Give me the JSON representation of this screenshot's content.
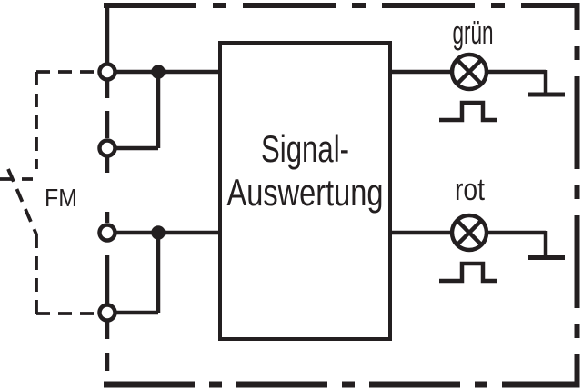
{
  "colors": {
    "ink": "#231f20",
    "background": "#ffffff"
  },
  "fm": {
    "label": "FM",
    "switch_icon": "fm-switch-contact-icon"
  },
  "signal_box": {
    "line1": "Signal-",
    "line2": "Auswertung"
  },
  "outputs": [
    {
      "label": "grün",
      "lamp_icon": "indicator-lamp-icon",
      "pulse_icon": "pulse-signal-icon",
      "ground_icon": "earth-ground-icon"
    },
    {
      "label": "rot",
      "lamp_icon": "indicator-lamp-icon",
      "pulse_icon": "pulse-signal-icon",
      "ground_icon": "earth-ground-icon"
    }
  ]
}
